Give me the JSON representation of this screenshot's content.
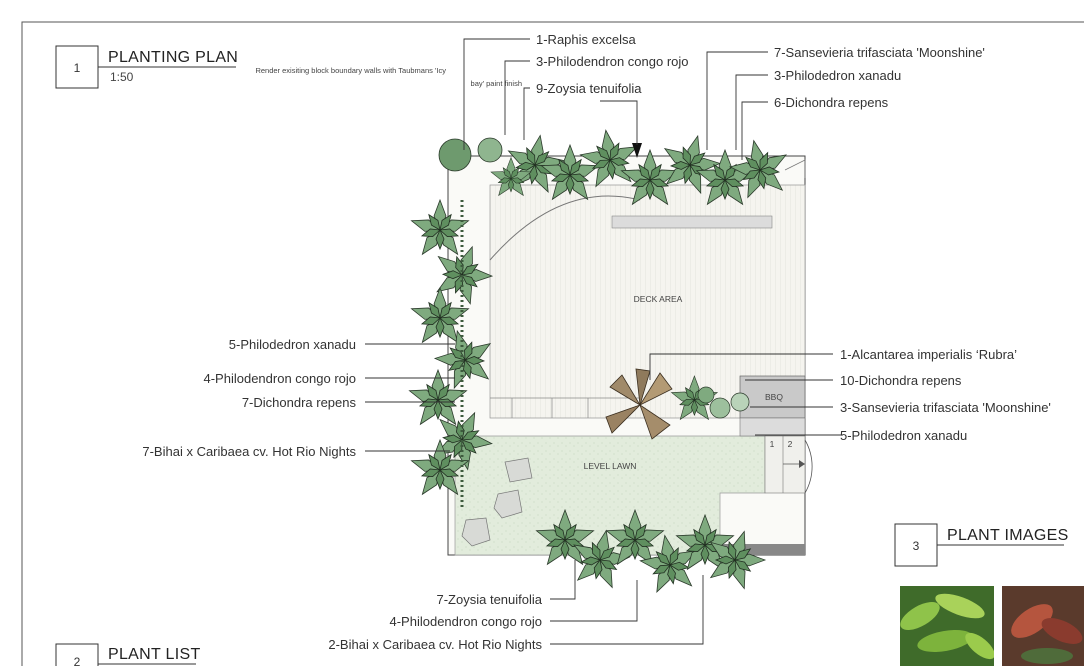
{
  "sections": {
    "plan": {
      "number": "1",
      "title": "PLANTING PLAN",
      "scale": "1:50"
    },
    "list": {
      "number": "2",
      "title": "PLANT LIST"
    },
    "images": {
      "number": "3",
      "title": "PLANT IMAGES"
    }
  },
  "note": {
    "line1": "Render exisiting block boundary walls with Taubmans 'Icy",
    "line2": "bay' paint finish"
  },
  "areas": {
    "deck": "DECK AREA",
    "lawn": "LEVEL LAWN",
    "bbq": "BBQ",
    "step1": "1",
    "step2": "2"
  },
  "labels": {
    "top": [
      "1-Raphis excelsa",
      "3-Philodendron congo rojo",
      "9-Zoysia tenuifolia",
      "7-Sansevieria trifasciata 'Moonshine'",
      "3-Philodedron xanadu",
      "6-Dichondra repens"
    ],
    "left": [
      "5-Philodedron xanadu",
      "4-Philodendron congo rojo",
      "7-Dichondra repens",
      "7-Bihai x Caribaea cv. Hot Rio Nights"
    ],
    "right": [
      "1-Alcantarea imperialis ‘Rubra’",
      "10-Dichondra repens",
      "3-Sansevieria trifasciata 'Moonshine'",
      "5-Philodedron xanadu"
    ],
    "bottom": [
      "7-Zoysia tenuifolia",
      "4-Philodendron congo rojo",
      "2-Bihai x Caribaea cv. Hot Rio Nights"
    ]
  },
  "colors": {
    "foliage": "#7faa7f",
    "foliage_dark": "#5f8f5f",
    "lawn": "#dfeadb",
    "deck": "#f4f3ee",
    "bromeliad": "#a08a6a"
  }
}
